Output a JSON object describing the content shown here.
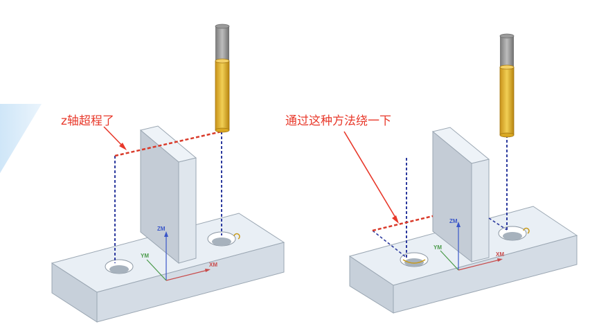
{
  "annotations": {
    "left": "z轴超程了",
    "right": "通过这种方法绕一下"
  },
  "axes": {
    "z": "ZM",
    "y": "YM",
    "x": "XM"
  },
  "colors": {
    "annotation": "#e8382a",
    "part_top": "#e8eef4",
    "part_front": "#c9d2dc",
    "part_side": "#b7c1cc",
    "tool_holder": "#9a9a9a",
    "tool_body": "#e6b93a",
    "toolpath_feed": "#2c3a9e",
    "toolpath_rapid": "#d93a2a",
    "axis_z": "#3a56c8",
    "axis_y": "#4a9a4a",
    "axis_x": "#c84a4a",
    "backdrop": "#d6ebfb"
  },
  "icons": {
    "tool": "end-mill-tool-icon",
    "csys": "wcs-triad-icon"
  }
}
